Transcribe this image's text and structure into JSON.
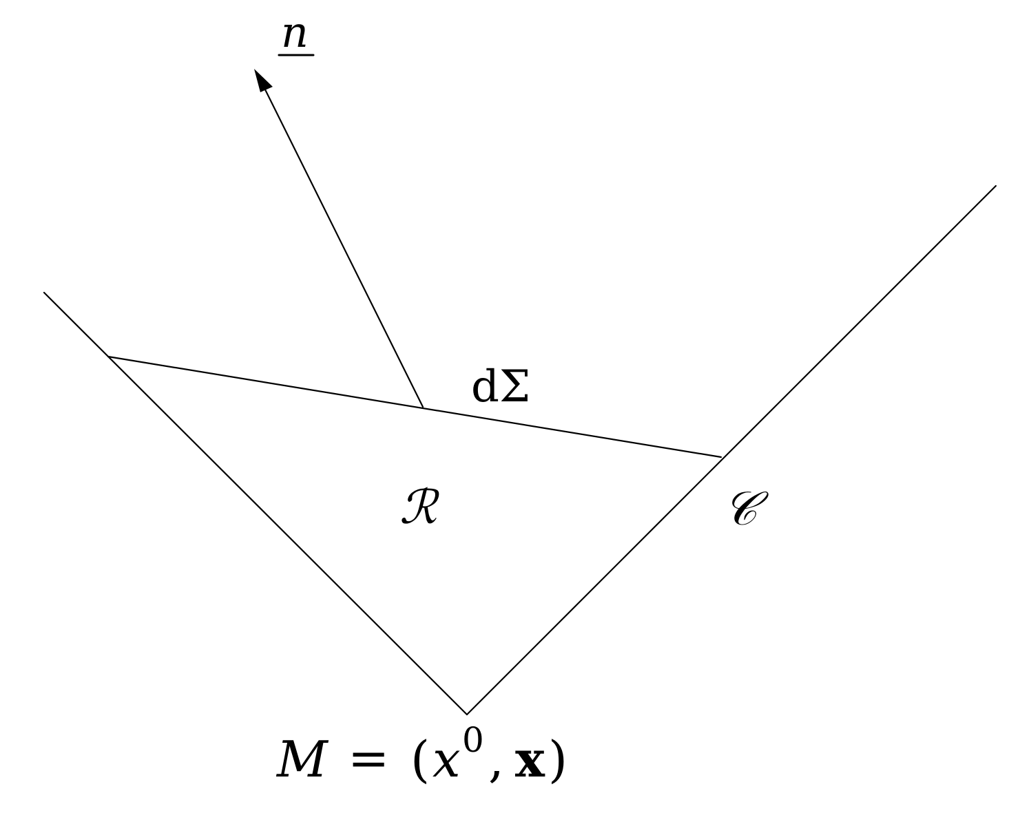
{
  "labels": {
    "normal_vector": "n",
    "surface_element": "dΣ",
    "region": "ℛ",
    "cone": "𝒞",
    "point_M": "M",
    "point_equals": "=",
    "point_open": "(",
    "point_x": "x",
    "point_superscript": "0",
    "point_comma": ",",
    "point_bold_x": "x",
    "point_close": ")"
  }
}
